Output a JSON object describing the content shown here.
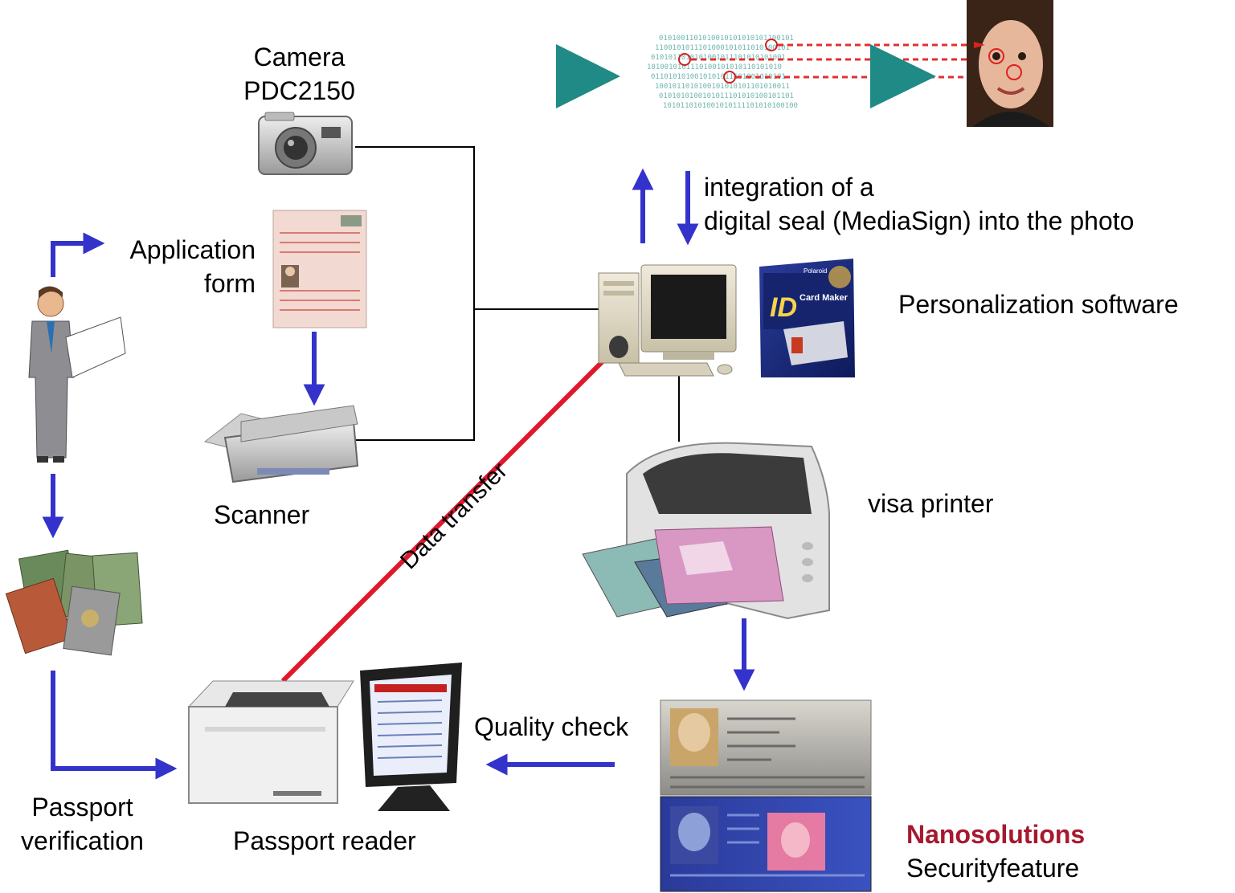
{
  "labels": {
    "camera_line1": "Camera",
    "camera_line2": "PDC2150",
    "application_line1": "Application",
    "application_line2": "form",
    "scanner": "Scanner",
    "data_transfer": "Data transfer",
    "integration_line1": "integration of a",
    "integration_line2": "digital seal (MediaSign) into the photo",
    "personalization": "Personalization software",
    "visa_printer": "visa printer",
    "quality_check": "Quality check",
    "passport_verification_line1": "Passport",
    "passport_verification_line2": "verification",
    "passport_reader": "Passport reader",
    "nanosolutions": "Nanosolutions",
    "securityfeature": "Securityfeature"
  },
  "software_box": {
    "brand": "Polaroid",
    "title_big": "ID",
    "title_small": "Card Maker"
  },
  "colors": {
    "arrow_blue": "#3333cc",
    "data_line_red": "#e0182d",
    "connector": "#000000",
    "brand_red": "#a6192e",
    "teal": "#1f8a86"
  }
}
